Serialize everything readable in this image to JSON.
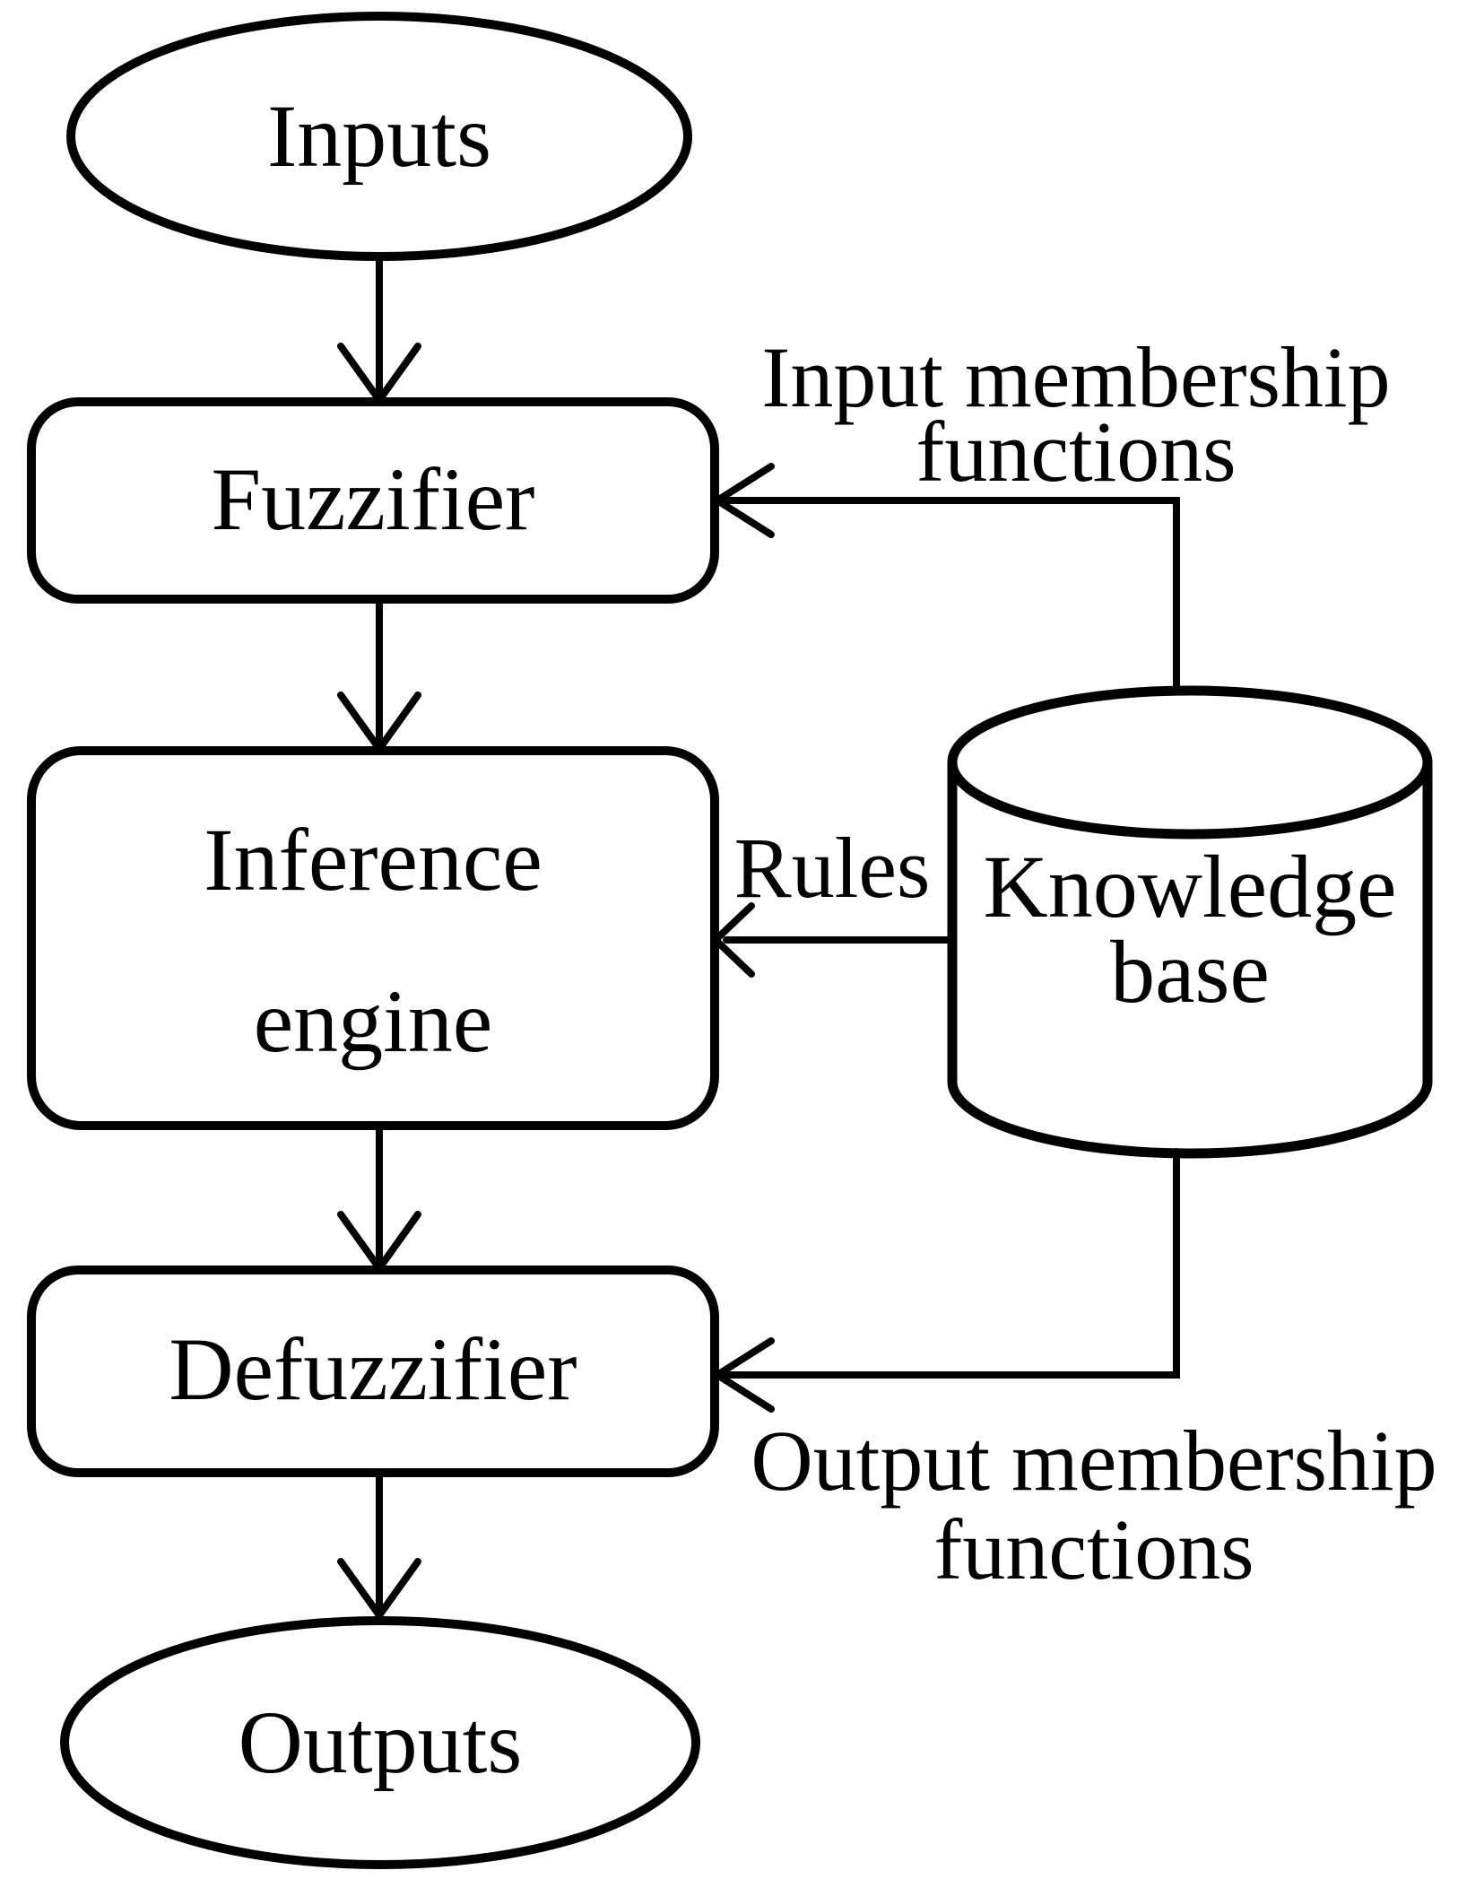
{
  "diagram_type": "flowchart",
  "colors": {
    "ink": "#000000",
    "background": "#ffffff"
  },
  "nodes": {
    "inputs": {
      "label": "Inputs",
      "shape": "ellipse"
    },
    "fuzzifier": {
      "label": "Fuzzifier",
      "shape": "rounded-rect"
    },
    "inference_engine": {
      "lines": [
        "Inference",
        "engine"
      ],
      "shape": "rounded-rect"
    },
    "defuzzifier": {
      "label": "Defuzzifier",
      "shape": "rounded-rect"
    },
    "outputs": {
      "label": "Outputs",
      "shape": "ellipse"
    },
    "knowledge_base": {
      "lines": [
        "Knowledge",
        "base"
      ],
      "shape": "cylinder"
    }
  },
  "edge_labels": {
    "input_membership": {
      "lines": [
        "Input membership",
        "functions"
      ]
    },
    "rules": {
      "label": "Rules"
    },
    "output_membership": {
      "lines": [
        "Output membership",
        "functions"
      ]
    }
  },
  "edges": [
    {
      "from": "Inputs",
      "to": "Fuzzifier",
      "label": ""
    },
    {
      "from": "Fuzzifier",
      "to": "Inference engine",
      "label": ""
    },
    {
      "from": "Inference engine",
      "to": "Defuzzifier",
      "label": ""
    },
    {
      "from": "Defuzzifier",
      "to": "Outputs",
      "label": ""
    },
    {
      "from": "Knowledge base",
      "to": "Fuzzifier",
      "label": "Input membership functions"
    },
    {
      "from": "Knowledge base",
      "to": "Inference engine",
      "label": "Rules"
    },
    {
      "from": "Knowledge base",
      "to": "Defuzzifier",
      "label": "Output membership functions"
    }
  ]
}
